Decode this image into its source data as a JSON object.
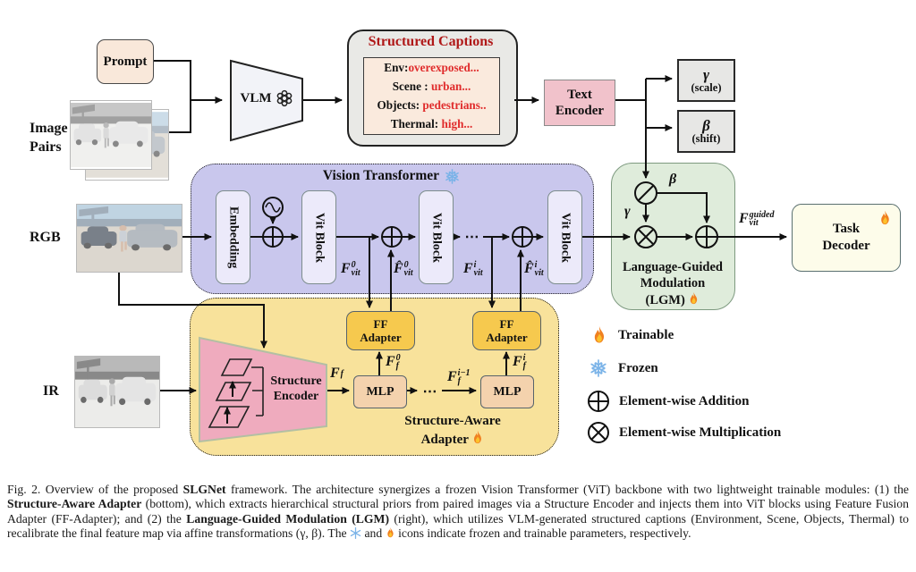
{
  "diagram": {
    "inputs": {
      "prompt_label": "Prompt",
      "image_pairs_line1": "Image",
      "image_pairs_line2": "Pairs",
      "rgb_label": "RGB",
      "ir_label": "IR"
    },
    "vlm": {
      "label": "VLM"
    },
    "structured_captions": {
      "title": "Structured Captions",
      "lines": [
        {
          "key": "Env",
          "sep": ":",
          "value": "overexposed..."
        },
        {
          "key": "Scene",
          "sep": " : ",
          "value": "urban..."
        },
        {
          "key": "Objects",
          "sep": ": ",
          "value": "pedestrians.."
        },
        {
          "key": "Thermal",
          "sep": ": ",
          "value": "high..."
        }
      ]
    },
    "text_encoder": {
      "line1": "Text",
      "line2": "Encoder"
    },
    "gamma_box": {
      "symbol": "γ",
      "caption": "(scale)"
    },
    "beta_box": {
      "symbol": "β",
      "caption": "(shift)"
    },
    "vit": {
      "title": "Vision Transformer",
      "embedding_label": "Embedding",
      "block_label": "Vit Block",
      "dots": "⋯"
    },
    "lgm": {
      "gamma": "γ",
      "beta": "β",
      "line1": "Language-Guided",
      "line2": "Modulation",
      "line3": "(LGM)"
    },
    "task_decoder": {
      "line1": "Task",
      "line2": "Decoder"
    },
    "adapter": {
      "title_line1": "Structure-Aware",
      "title_line2": "Adapter",
      "structure_encoder_line1": "Structure",
      "structure_encoder_line2": "Encoder",
      "ff_line1": "FF",
      "ff_line2": "Adapter",
      "mlp_label": "MLP",
      "dots": "⋯"
    },
    "legend": {
      "items": [
        {
          "icon": "fire-icon",
          "label": "Trainable"
        },
        {
          "icon": "snowflake-icon",
          "label": "Frozen"
        },
        {
          "icon": "oplus-icon",
          "label": "Element-wise Addition"
        },
        {
          "icon": "otimes-icon",
          "label": "Element-wise Multiplication"
        }
      ]
    }
  },
  "math": {
    "f0vit": {
      "base": "F",
      "sup": "0",
      "sub": "vit"
    },
    "fhat0vit": {
      "base": "F̂",
      "sup": "0",
      "sub": "vit"
    },
    "fivit": {
      "base": "F",
      "sup": "i",
      "sub": "vit"
    },
    "fhativit": {
      "base": "F̂",
      "sup": "i",
      "sub": "vit"
    },
    "ff": {
      "base": "F",
      "sup": "",
      "sub": "f"
    },
    "f0f": {
      "base": "F",
      "sup": "0",
      "sub": "f"
    },
    "fi1f": {
      "base": "F",
      "sup": "i−1",
      "sub": "f"
    },
    "fif": {
      "base": "F",
      "sup": "i",
      "sub": "f"
    },
    "fguided": {
      "base": "F",
      "sup": "guided",
      "sub": "vit"
    }
  },
  "caption": {
    "segments": [
      {
        "text": "Fig. 2.  Overview of the proposed ",
        "bold": false
      },
      {
        "text": "SLGNet",
        "bold": true
      },
      {
        "text": " framework. The architecture synergizes a frozen Vision Transformer (ViT) backbone with two lightweight trainable modules: (1) the ",
        "bold": false
      },
      {
        "text": "Structure-Aware Adapter",
        "bold": true
      },
      {
        "text": " (bottom), which extracts hierarchical structural priors from paired images via a Structure Encoder and injects them into ViT blocks using Feature Fusion Adapter (FF-Adapter); and (2) the ",
        "bold": false
      },
      {
        "text": "Language-Guided Modulation (LGM)",
        "bold": true
      },
      {
        "text": " (right), which utilizes VLM-generated structured captions (Environment, Scene, Objects, Thermal) to recalibrate the final feature map via affine transformations (γ, β). The ",
        "bold": false
      },
      {
        "text": " and ",
        "bold": false
      },
      {
        "text": " icons indicate frozen and trainable parameters, respectively.",
        "bold": false
      }
    ]
  },
  "colors": {
    "caption_title_red": "#b01818",
    "caption_value_red": "#e02c2c",
    "vit_background": "#c9c7ed",
    "adapter_background": "#f8e29b",
    "lgm_background": "#dfecdb",
    "ff_adapter_gold": "#f6c94e",
    "mlp_peach": "#f4d2ad",
    "text_encoder_pink": "#f1c2cb",
    "structure_encoder_pink": "#efabbe",
    "task_decoder_cream": "#fdfcea",
    "snowflake_blue": "#7ab3e8",
    "flame_orange": "#f08020"
  }
}
